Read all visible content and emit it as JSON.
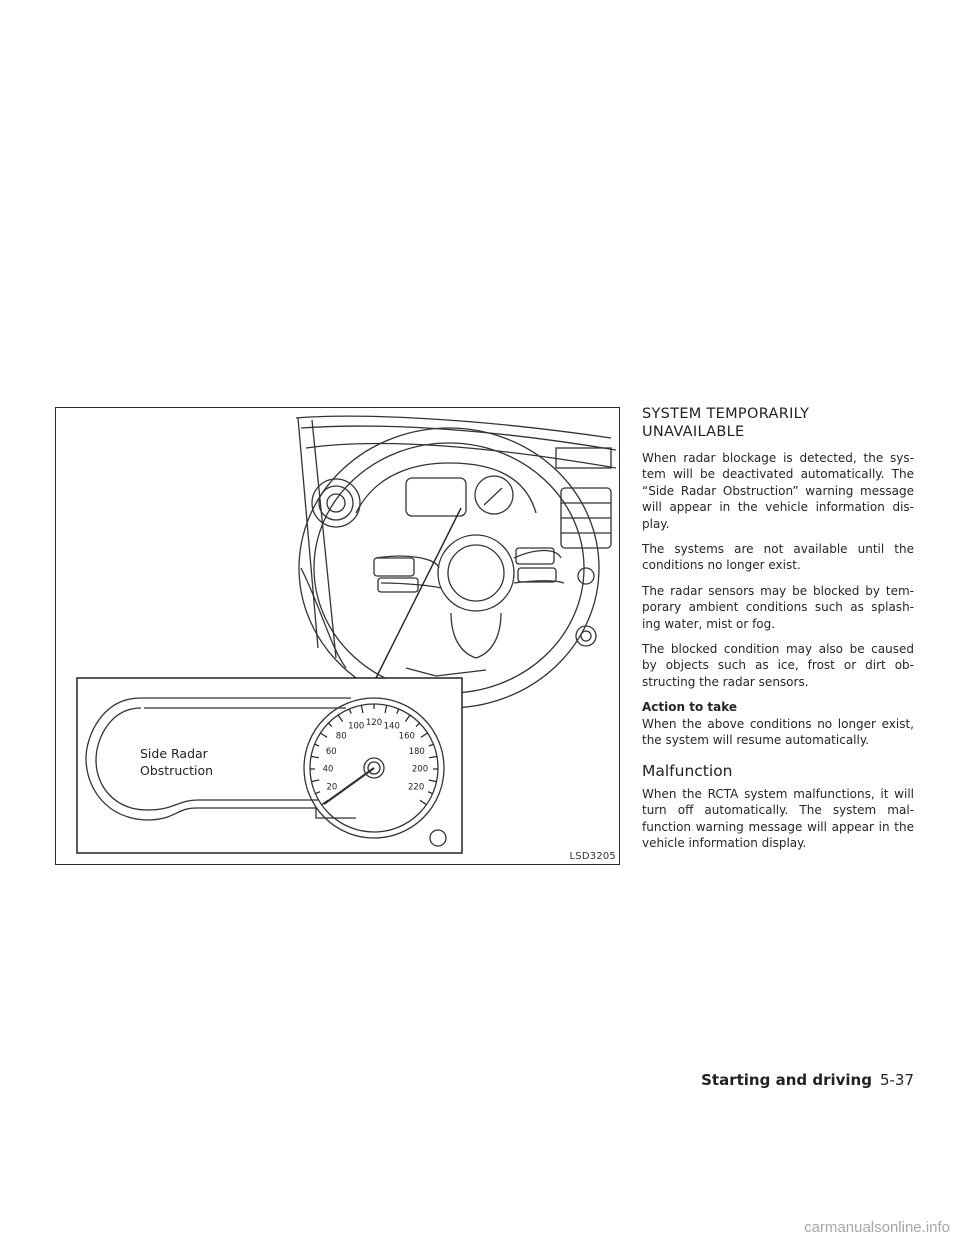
{
  "figure": {
    "code": "LSD3205",
    "inset_message_line1": "Side Radar",
    "inset_message_line2": "Obstruction",
    "speed_ticks": [
      "20",
      "40",
      "60",
      "80",
      "100",
      "120",
      "140",
      "160",
      "180",
      "200",
      "220"
    ]
  },
  "section": {
    "title_line1": "SYSTEM TEMPORARILY",
    "title_line2": "UNAVAILABLE",
    "paragraphs": [
      "When radar blockage is detected, the sys-tem will be deactivated automatically. The “Side Radar Obstruction” warning message will appear in the vehicle information dis-play.",
      "The systems are not available until the conditions no longer exist.",
      "The radar sensors may be blocked by tem-porary ambient conditions such as splash-ing water, mist or fog.",
      "The blocked condition may also be caused by objects such as ice, frost or dirt ob-structing the radar sensors."
    ],
    "action_heading": "Action to take",
    "action_text": "When the above conditions no longer exist, the system will resume automatically."
  },
  "malfunction": {
    "title": "Malfunction",
    "text": "When the RCTA system malfunctions, it will turn off automatically. The system mal-function warning message will appear in the vehicle information display."
  },
  "footer": {
    "chapter": "Starting and driving",
    "page": "5-37"
  },
  "watermark": "carmanualsonline.info"
}
